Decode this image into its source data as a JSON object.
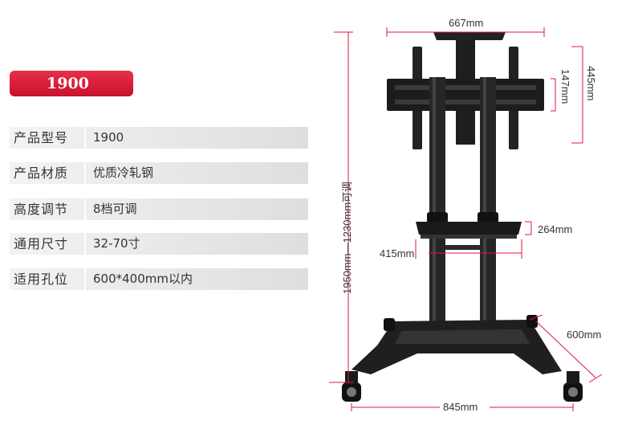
{
  "badge": {
    "model": "1900"
  },
  "specs": [
    {
      "label": "产品型号",
      "value": "1900"
    },
    {
      "label": "产品材质",
      "value": "优质冷轧钢"
    },
    {
      "label": "高度调节",
      "value": "8档可调"
    },
    {
      "label": "通用尺寸",
      "value": "32-70寸"
    },
    {
      "label": "适用孔位",
      "value": "600*400mm以内"
    }
  ],
  "dimensions": {
    "top_width": "667mm",
    "bracket_height": "147mm",
    "mount_height": "445mm",
    "total_height": "1950mm—1230mm可调",
    "shelf_height": "264mm",
    "shelf_width": "415mm",
    "base_depth": "600mm",
    "base_width": "845mm"
  },
  "colors": {
    "accent": "#d8173a",
    "stand": "#1a1a1a",
    "row_bg": "#e6e6e6"
  }
}
